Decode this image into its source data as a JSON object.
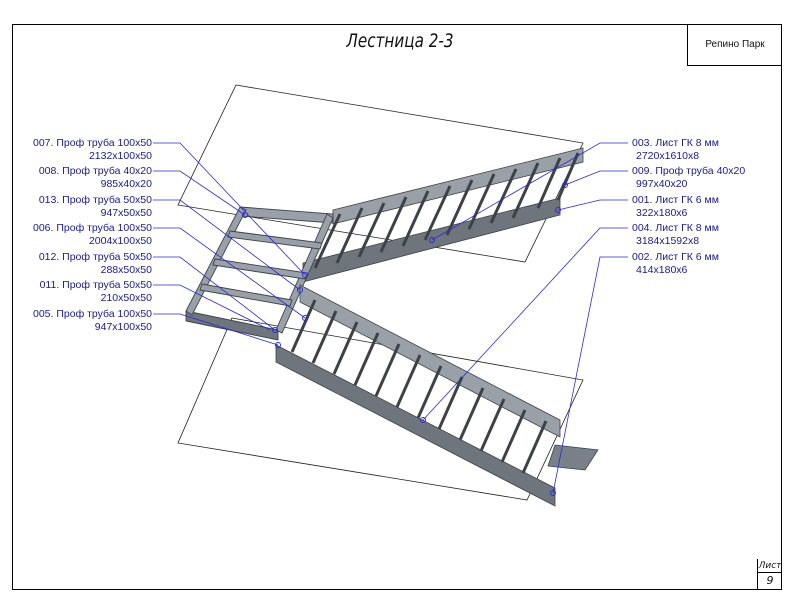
{
  "drawing": {
    "title": "Лестница 2-3",
    "project": "Репино Парк",
    "sheet_label": "Лист",
    "sheet_number": "9"
  },
  "callouts_left": [
    {
      "name": "007. Проф труба 100х50",
      "size": "2132х100х50"
    },
    {
      "name": "008. Проф труба 40х20",
      "size": "985х40х20"
    },
    {
      "name": "013. Проф труба 50х50",
      "size": "947х50х50"
    },
    {
      "name": "006. Проф труба 100х50",
      "size": "2004х100х50"
    },
    {
      "name": "012. Проф труба 50х50",
      "size": "288х50х50"
    },
    {
      "name": "011. Проф труба 50х50",
      "size": "210х50х50"
    },
    {
      "name": "005. Проф труба 100х50",
      "size": "947х100х50"
    }
  ],
  "callouts_right": [
    {
      "name": "003. Лист ГК 8 мм",
      "size": "2720х1610х8"
    },
    {
      "name": "009. Проф труба 40х20",
      "size": "997х40х20"
    },
    {
      "name": "001. Лист ГК 6 мм",
      "size": "322х180х6"
    },
    {
      "name": "004. Лист ГК 8 мм",
      "size": "3184х1592х8"
    },
    {
      "name": "002. Лист ГК 6 мм",
      "size": "414х180х6"
    }
  ],
  "colors": {
    "callout_text": "#1a1a8c",
    "leader_line": "#2b2bd6",
    "steel_light": "#9aa0a8",
    "steel_dark": "#5f656d"
  }
}
